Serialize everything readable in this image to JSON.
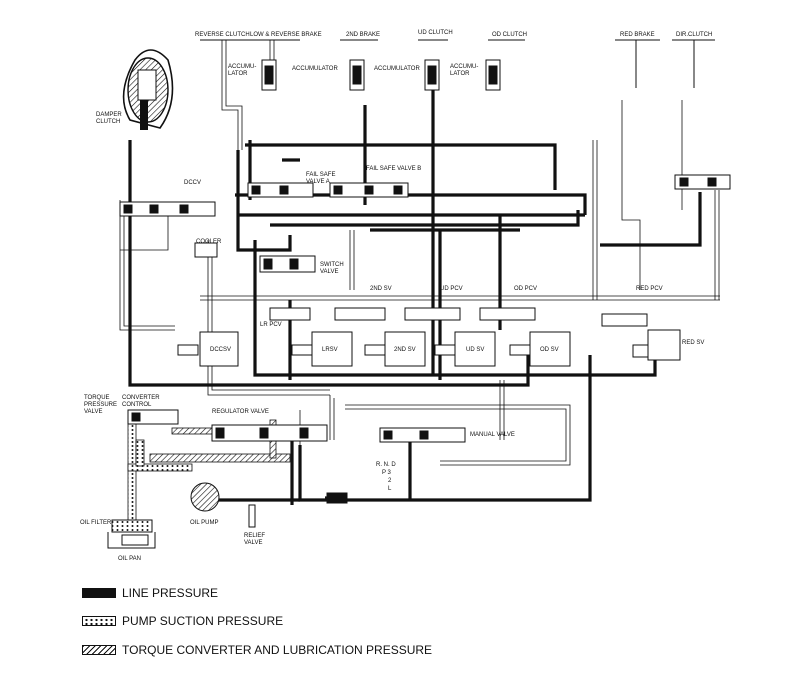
{
  "labels": {
    "reverse_clutch": "REVERSE CLUTCH",
    "low_reverse_brake": "LOW & REVERSE BRAKE",
    "second_brake": "2ND BRAKE",
    "ud_clutch": "UD CLUTCH",
    "od_clutch": "OD CLUTCH",
    "red_brake": "RED BRAKE",
    "dir_clutch": "DIR.CLUTCH",
    "accumulator": "ACCUMULATOR",
    "accumu": "ACCUMU-",
    "lator": "LATOR",
    "damper": "DAMPER",
    "clutch": "CLUTCH",
    "dccv": "DCCV",
    "fail_safe": "FAIL SAFE",
    "valve_a": "VALVE A",
    "fail_safe_valve_b": "FAIL SAFE VALVE B",
    "cooler": "COOLER",
    "switch": "SWITCH",
    "valve": "VALVE",
    "second_sv": "2ND SV",
    "ud_pcv": "UD PCV",
    "od_pcv": "OD PCV",
    "red_pcv": "RED PCV",
    "lr_pcv": "LR PCV",
    "dccsv": "DCCSV",
    "lrsv": "LRSV",
    "second_sv_box": "2ND SV",
    "ud_sv": "UD SV",
    "od_sv": "OD SV",
    "red_sv": "RED SV",
    "torque": "TORQUE",
    "pressure": "PRESSURE",
    "converter": "CONVERTER",
    "control": "CONTROL",
    "regulator_valve": "REGULATOR VALVE",
    "manual_valve": "MANUAL VALVE",
    "gear_r_n_d": "R. N. D",
    "gear_p_3": "P   3",
    "gear_2": "2",
    "gear_l": "L",
    "oil_filter": "OIL FILTER",
    "oil_pump": "OIL PUMP",
    "oil_pan": "OIL PAN",
    "relief": "RELIEF"
  },
  "legend": {
    "line_pressure": "LINE PRESSURE",
    "pump_suction_pressure": "PUMP SUCTION PRESSURE",
    "torque_converter_lubrication_pressure": "TORQUE CONVERTER AND LUBRICATION PRESSURE"
  },
  "colors": {
    "ink": "#111111",
    "paper": "#ffffff"
  }
}
